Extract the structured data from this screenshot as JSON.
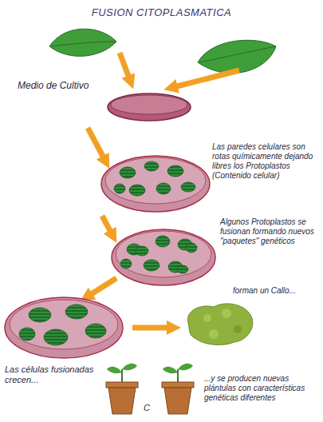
{
  "diagram": {
    "title": "FUSION CITOPLASMATICA",
    "labels": [
      "Medio de Cultivo",
      "Las paredes celulares son rotas químicamente dejando libres los Protoplastos (Contenido celular)",
      "Algunos Protoplastos se fusionan formando nuevos \"paquetes\" genéticos",
      "forman un Callo...",
      "Las células fusionadas crecen...",
      "...y se producen nuevas plántulas con características genéticas diferentes",
      "C"
    ]
  }
}
